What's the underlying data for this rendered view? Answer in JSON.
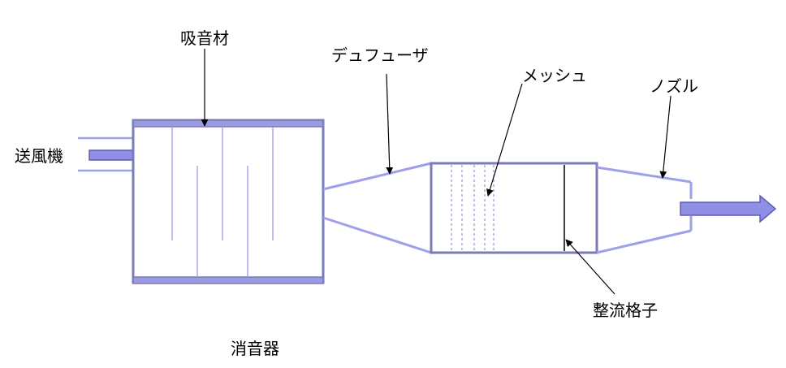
{
  "labels": {
    "absorber": "吸音材",
    "blower": "送風機",
    "diffuser": "デュフューザ",
    "mesh": "メッシュ",
    "nozzle": "ノズル",
    "straightener": "整流格子",
    "silencer": "消音器"
  },
  "colors": {
    "outline": "#7b7bb8",
    "band_fill": "#9a9ae0",
    "arrow_fill": "#8f8fe6",
    "arrow_stroke": "#5b5bb3",
    "light_line": "#9f9fea",
    "mesh_dash": "#a8a8ee",
    "leader": "#000000"
  }
}
